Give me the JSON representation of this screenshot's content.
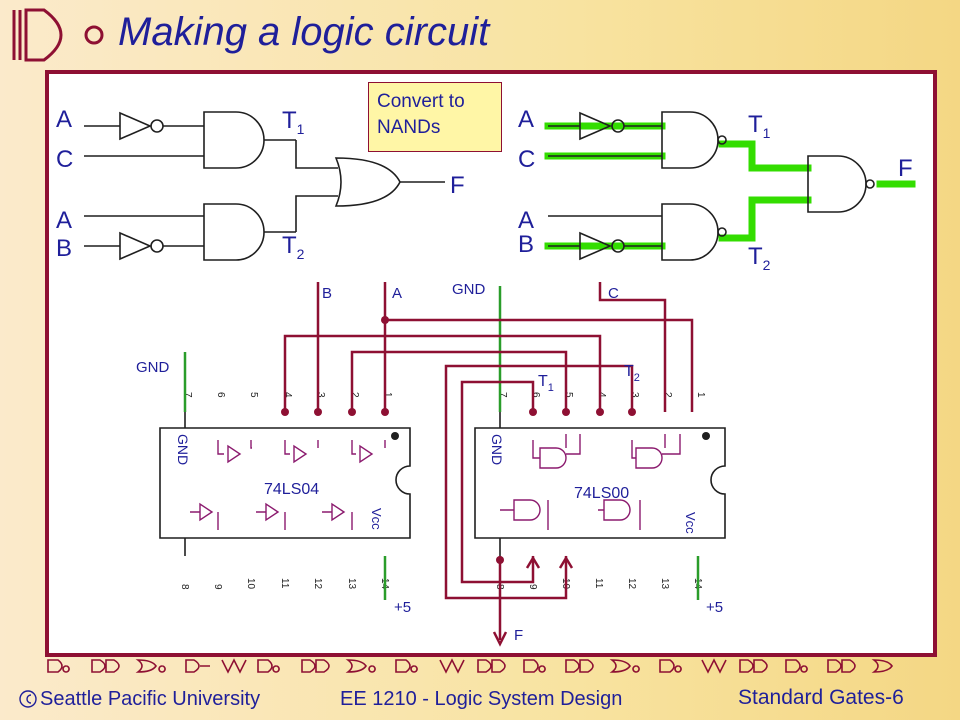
{
  "title": "Making a logic circuit",
  "callout": {
    "line1": "Convert to",
    "line2": "NANDs"
  },
  "left_circuit": {
    "inputs": [
      "A",
      "C",
      "A",
      "B"
    ],
    "t1": "T",
    "t1_sub": "1",
    "t2": "T",
    "t2_sub": "2",
    "output": "F"
  },
  "right_circuit": {
    "inputs": [
      "A",
      "C",
      "A",
      "B"
    ],
    "t1": "T",
    "t1_sub": "1",
    "t2": "T",
    "t2_sub": "2",
    "output": "F"
  },
  "wiring": {
    "signals": {
      "b": "B",
      "a": "A",
      "gnd_top": "GND",
      "c": "C",
      "gnd_left": "GND",
      "f": "F"
    },
    "t1": "T",
    "t1_sub": "1",
    "t2": "T",
    "t2_sub": "2",
    "chip1": {
      "part": "74LS04",
      "gnd": "GND",
      "vcc": "Vcc",
      "supply": "+5",
      "top_pins": [
        "7",
        "6",
        "5",
        "4",
        "3",
        "2",
        "1"
      ],
      "bottom_pins": [
        "8",
        "9",
        "10",
        "11",
        "12",
        "13",
        "14"
      ]
    },
    "chip2": {
      "part": "74LS00",
      "gnd": "GND",
      "vcc": "Vcc",
      "supply": "+5",
      "top_pins": [
        "7",
        "6",
        "5",
        "4",
        "3",
        "2",
        "1"
      ],
      "bottom_pins": [
        "8",
        "9",
        "10",
        "11",
        "12",
        "13",
        "14"
      ]
    }
  },
  "footer": {
    "university": "Seattle Pacific University",
    "course": "EE 1210 - Logic System Design",
    "slide": "Standard Gates-6"
  },
  "colors": {
    "wire_dark": "#1f1f1f",
    "wire_red": "#8e1033",
    "gate_purple": "#8b1a6e",
    "gnd_green": "#2a9d2a",
    "highlight": "#33dd00",
    "title_blue": "#1f1f9a"
  }
}
